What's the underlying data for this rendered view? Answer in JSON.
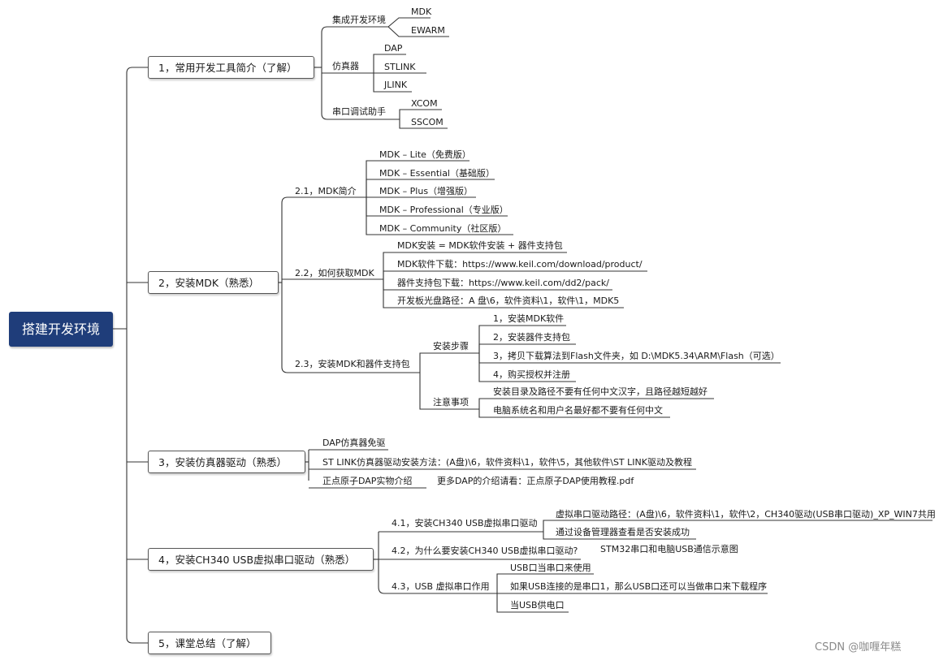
{
  "root": "搭建开发环境",
  "s1": {
    "title": "1，常用开发工具简介（了解）",
    "g1": {
      "label": "集成开发环境",
      "items": [
        "MDK",
        "EWARM"
      ]
    },
    "g2": {
      "label": "仿真器",
      "items": [
        "DAP",
        "STLINK",
        "JLINK"
      ]
    },
    "g3": {
      "label": "串口调试助手",
      "items": [
        "XCOM",
        "SSCOM"
      ]
    }
  },
  "s2": {
    "title": "2，安装MDK（熟悉）",
    "a": {
      "label": "2.1，MDK简介",
      "items": [
        "MDK – Lite（免费版）",
        "MDK – Essential（基础版）",
        "MDK – Plus（增强版）",
        "MDK – Professional（专业版）",
        "MDK – Community（社区版）"
      ]
    },
    "b": {
      "label": "2.2，如何获取MDK",
      "items": [
        "MDK安装 = MDK软件安装 + 器件支持包",
        "MDK软件下载：https://www.keil.com/download/product/",
        "器件支持包下载：https://www.keil.com/dd2/pack/",
        "开发板光盘路径：A 盘\\6，软件资料\\1，软件\\1，MDK5"
      ]
    },
    "c": {
      "label": "2.3，安装MDK和器件支持包",
      "steps_label": "安装步骤",
      "steps": [
        "1，安装MDK软件",
        "2，安装器件支持包",
        "3，拷贝下载算法到Flash文件夹，如 D:\\MDK5.34\\ARM\\Flash（可选）",
        "4，购买授权并注册"
      ],
      "notes_label": "注意事项",
      "notes": [
        "安装目录及路径不要有任何中文汉字，且路径越短越好",
        "电脑系统名和用户名最好都不要有任何中文"
      ]
    }
  },
  "s3": {
    "title": "3，安装仿真器驱动（熟悉）",
    "items": [
      "DAP仿真器免驱",
      "ST LINK仿真器驱动安装方法：(A盘)\\6，软件资料\\1，软件\\5，其他软件\\ST LINK驱动及教程",
      "正点原子DAP实物介绍"
    ],
    "note": "更多DAP的介绍请看：正点原子DAP使用教程.pdf"
  },
  "s4": {
    "title": "4，安装CH340 USB虚拟串口驱动（熟悉）",
    "a": {
      "label": "4.1，安装CH340 USB虚拟串口驱动",
      "items": [
        "虚拟串口驱动路径：(A盘)\\6，软件资料\\1，软件\\2，CH340驱动(USB串口驱动)_XP_WIN7共用",
        "通过设备管理器查看是否安装成功"
      ]
    },
    "b": {
      "label": "4.2，为什么要安装CH340 USB虚拟串口驱动?",
      "note": "STM32串口和电脑USB通信示意图"
    },
    "c": {
      "label": "4.3，USB 虚拟串口作用",
      "items": [
        "USB口当串口来使用",
        "如果USB连接的是串口1，那么USB口还可以当做串口来下载程序",
        "当USB供电口"
      ]
    }
  },
  "s5": {
    "title": "5，课堂总结（了解）"
  },
  "watermark": "CSDN @咖喱年糕",
  "colors": {
    "root_bg": "#1f3d7a",
    "line": "#333333"
  }
}
